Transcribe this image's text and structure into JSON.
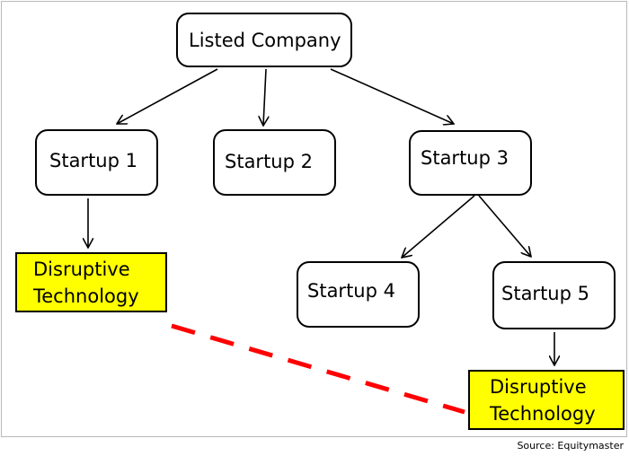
{
  "nodes": {
    "listed_company": "Listed Company",
    "startup1": "Startup 1",
    "startup2": "Startup 2",
    "startup3": "Startup 3",
    "startup4": "Startup 4",
    "startup5": "Startup 5"
  },
  "highlights": {
    "left": {
      "line1": "Disruptive",
      "line2": "Technology"
    },
    "right": {
      "line1": "Disruptive",
      "line2": "Technology"
    }
  },
  "colors": {
    "highlight_fill": "#ffff00",
    "dashed_link": "#ff0000",
    "stroke": "#000000"
  },
  "source": "Source: Equitymaster"
}
